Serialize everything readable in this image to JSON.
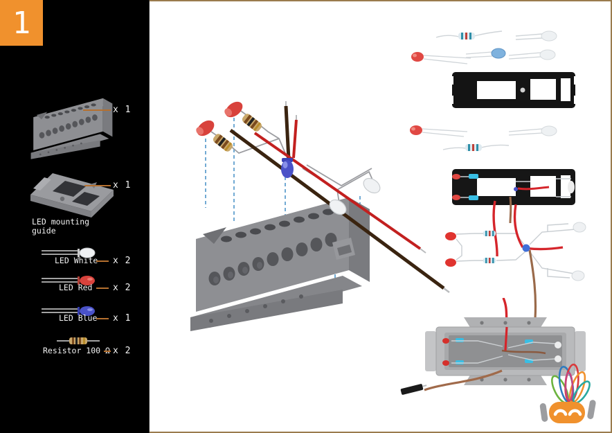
{
  "document": {
    "type": "assembly-instructions-step-page",
    "step_number": "1"
  },
  "sidebar": {
    "badge": "1",
    "guide_caption": "LED mounting\nguide",
    "parts": [
      {
        "item": "chassis-bracket",
        "count": "x 1"
      },
      {
        "item": "led-mounting-guide",
        "count": "x 1"
      },
      {
        "item": "led-white",
        "label": "LED White",
        "count": "x 2"
      },
      {
        "item": "led-red",
        "label": "LED Red",
        "count": "x 2"
      },
      {
        "item": "led-blue",
        "label": "LED Blue",
        "count": "x 1"
      },
      {
        "item": "resistor-100-ohm",
        "label": "Resistor 100 Ω",
        "count": "x 2"
      }
    ]
  },
  "colors": {
    "accent_orange": "#F0912D",
    "leader_line": "#B5702F",
    "frame_tan": "#9A7B4D",
    "sidebar_bg": "#000000",
    "page_bg": "#FFFFFF",
    "led_red": "#D8423C",
    "led_blue": "#4A52C8",
    "led_white": "#EFF1F3",
    "wire_red": "#C2201F",
    "wire_brown": "#3A2410",
    "photo_wire_brown": "#9A6A4A",
    "chassis_gray": "#8E8F93",
    "guide_plastic_black": "#161616",
    "drop_line_blue": "#4E94C8",
    "resistor_tan": "#C9A86B",
    "resistor_film_blue": "#D7E9F2"
  }
}
